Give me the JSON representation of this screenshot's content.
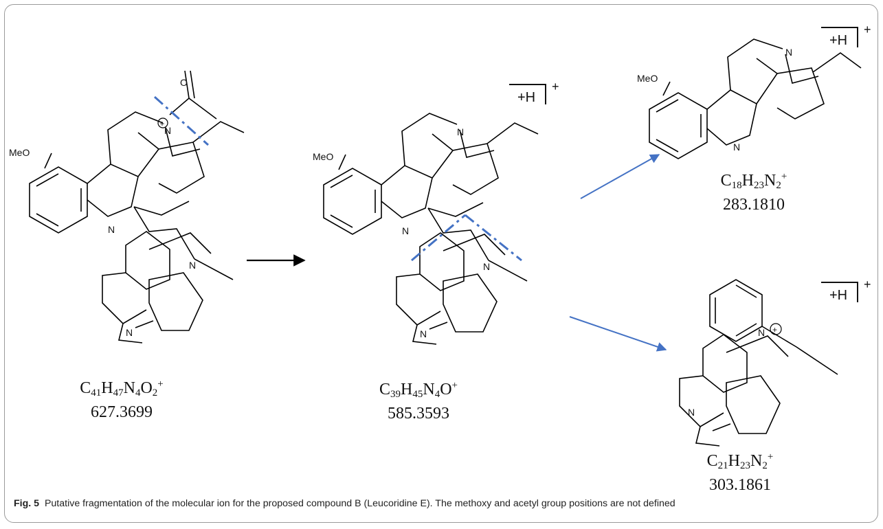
{
  "compounds": [
    {
      "formula_elements": [
        [
          "C",
          "41"
        ],
        [
          "H",
          "47"
        ],
        [
          "N",
          "4"
        ],
        [
          "O",
          "2"
        ]
      ],
      "charge": "+",
      "mass": "627.3699"
    },
    {
      "formula_elements": [
        [
          "C",
          "39"
        ],
        [
          "H",
          "45"
        ],
        [
          "N",
          "4"
        ],
        [
          "O",
          ""
        ]
      ],
      "charge": "+",
      "mass": "585.3593"
    },
    {
      "formula_elements": [
        [
          "C",
          "18"
        ],
        [
          "H",
          "23"
        ],
        [
          "N",
          "2"
        ]
      ],
      "charge": "+",
      "mass": "283.1810"
    },
    {
      "formula_elements": [
        [
          "C",
          "21"
        ],
        [
          "H",
          "23"
        ],
        [
          "N",
          "2"
        ]
      ],
      "charge": "+",
      "mass": "303.1861"
    }
  ],
  "atom_labels": {
    "methoxy": "MeO",
    "nitrogen": "N",
    "oxygen": "O",
    "positive_charge": "+"
  },
  "adduct_label": "+H",
  "adduct_charge": "+",
  "colors": {
    "cleavage": "#4472c4",
    "arrow_main": "#000000",
    "arrow_fragment": "#4472c4",
    "bonds": "#000000"
  },
  "caption": {
    "label": "Fig. 5",
    "text": "Putative fragmentation of the molecular ion for the proposed compound B (Leucoridine E). The methoxy and acetyl group positions are not defined"
  }
}
